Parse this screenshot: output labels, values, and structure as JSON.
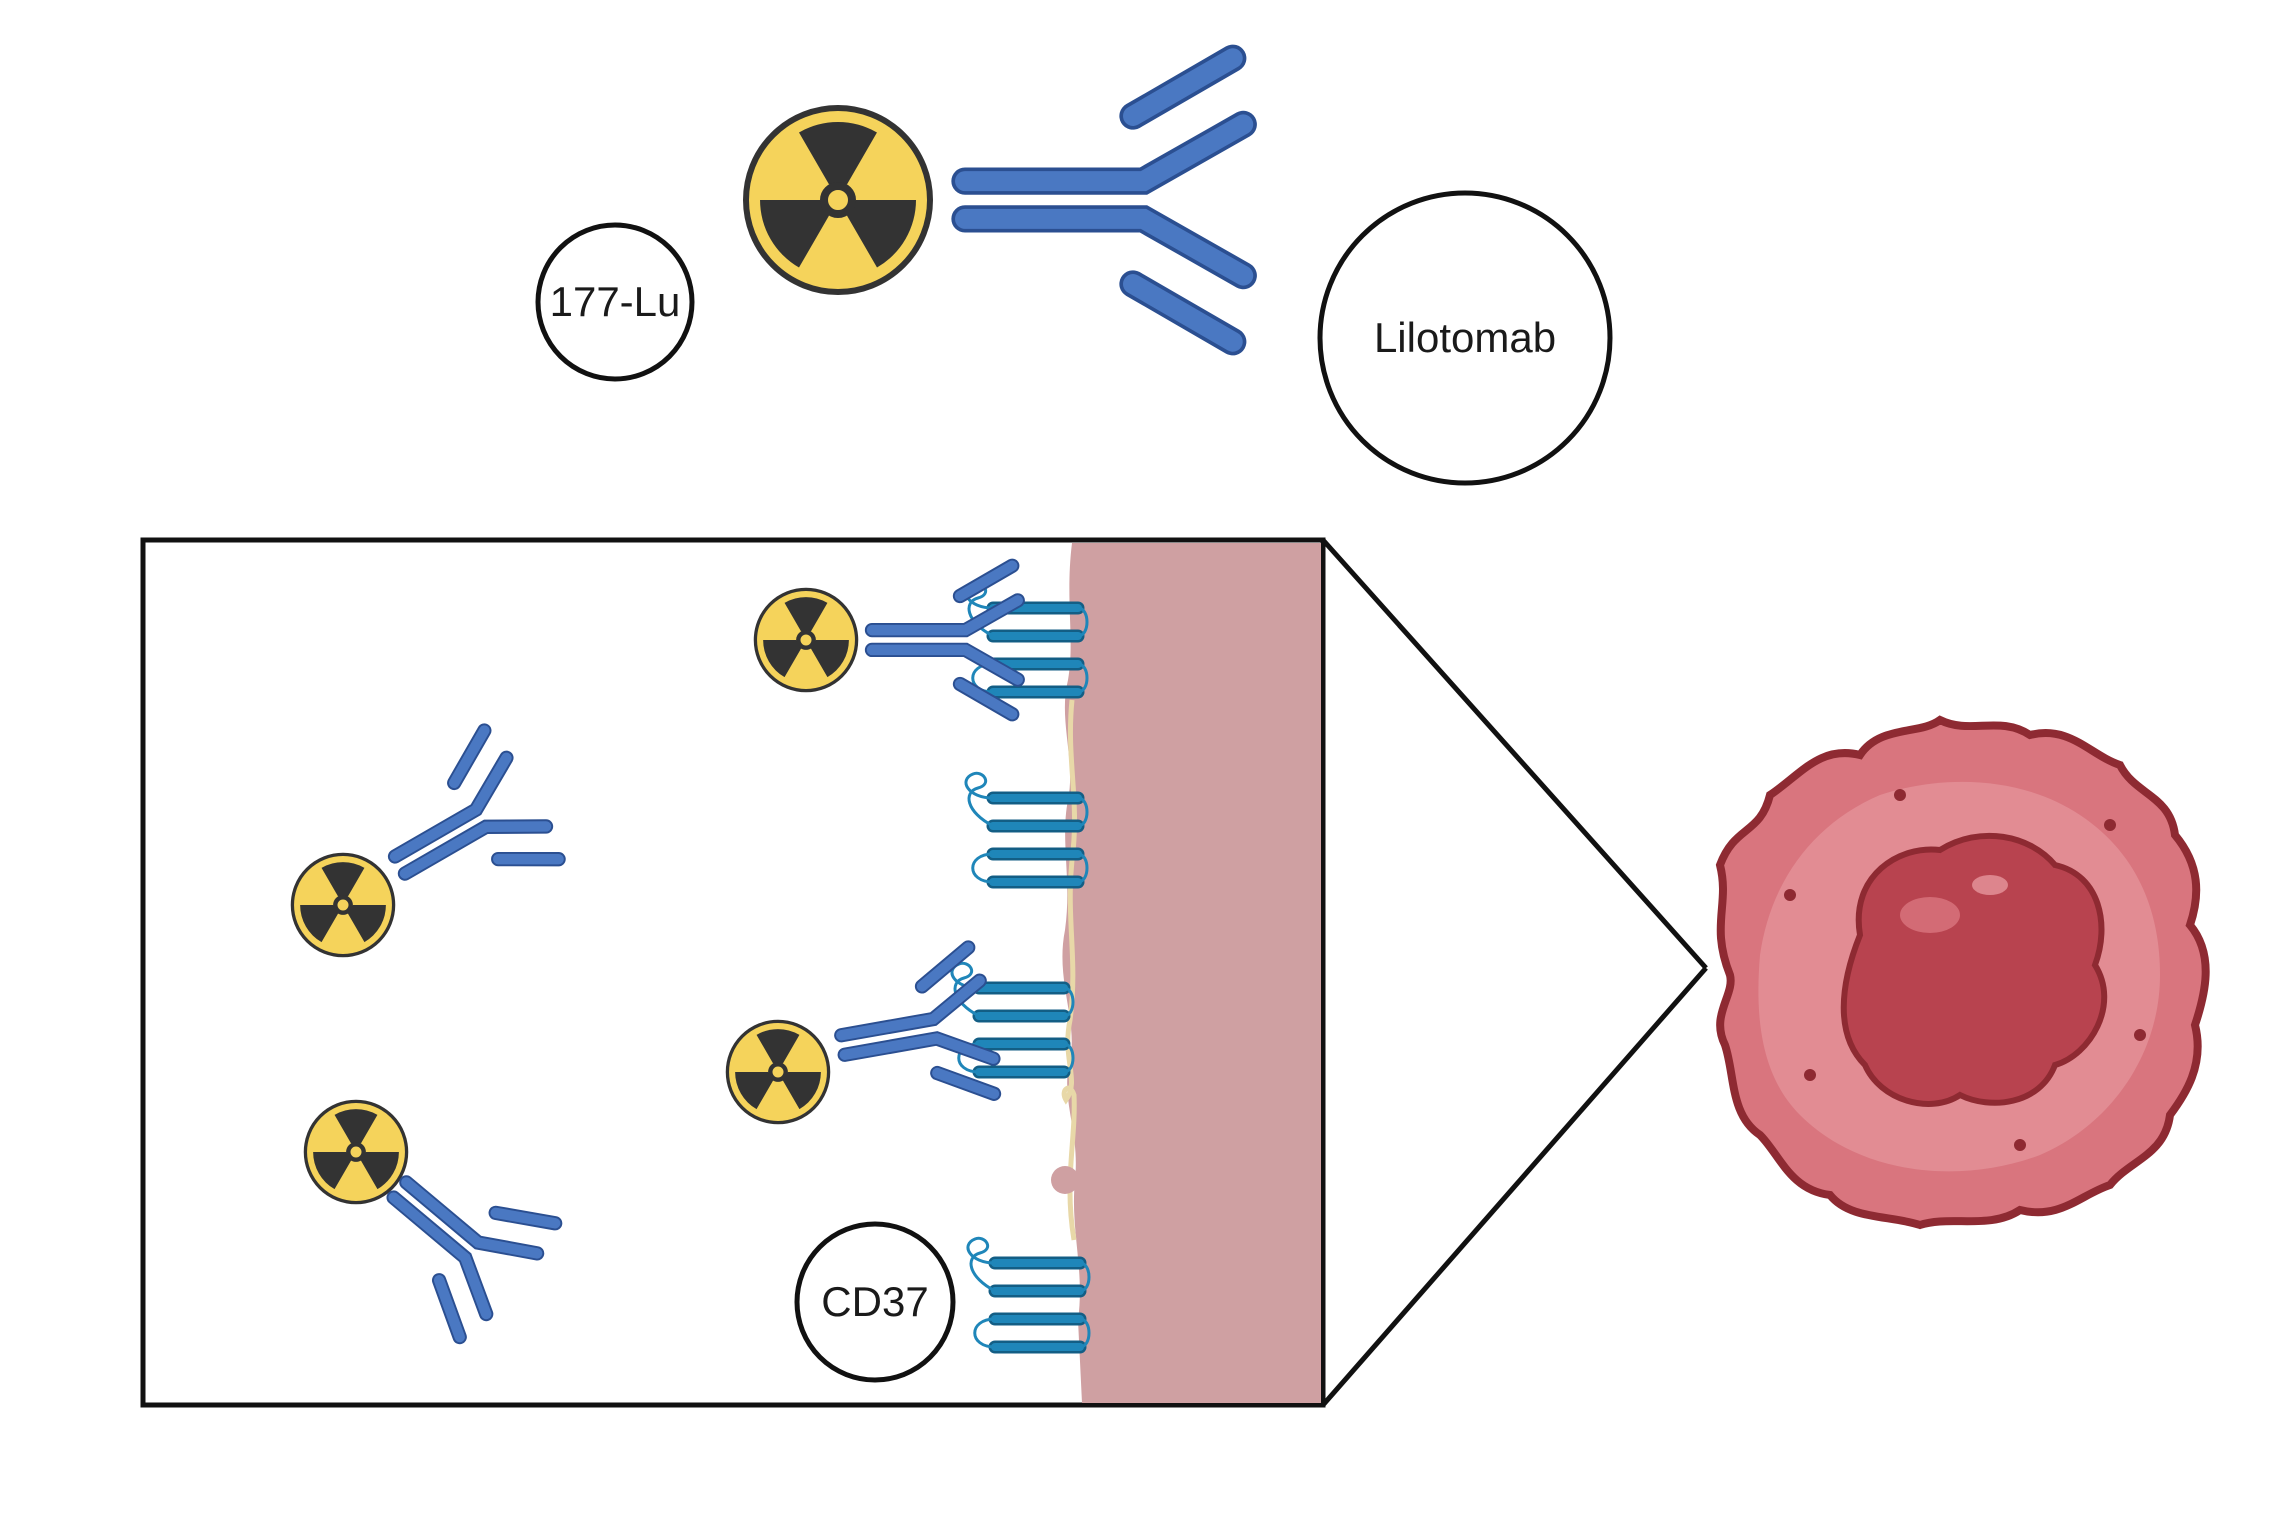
{
  "labels": {
    "radionuclide": "177-Lu",
    "antibody": "Lilotomab",
    "target": "CD37"
  },
  "colors": {
    "antibody": "#4a78c2",
    "antibody_outline": "#2b4f91",
    "receptor": "#1f86b9",
    "receptor_outline": "#135e85",
    "trefoil_fill": "#f5d35b",
    "trefoil_dark": "#333333",
    "membrane": "#cfa0a2",
    "membrane_edge": "#e8d8a8",
    "cell_outer": "#d9757e",
    "cell_nucleus": "#b8434f",
    "cell_outline": "#8e2a32"
  },
  "icons": [
    "radiation-trefoil-icon",
    "antibody-icon",
    "cd37-receptor-icon",
    "cancer-cell-icon"
  ]
}
